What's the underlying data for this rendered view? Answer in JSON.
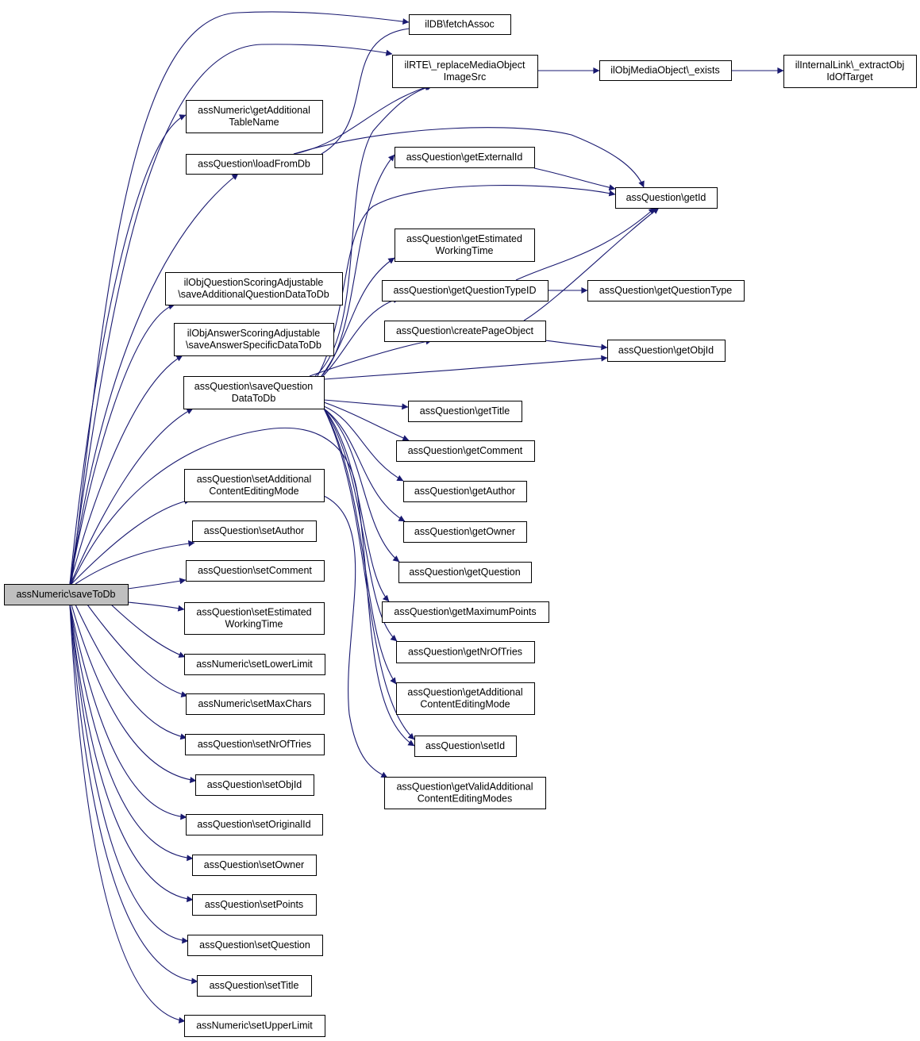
{
  "diagram": {
    "colors": {
      "edge": "#191970",
      "node_border": "#000000",
      "node_fill": "#ffffff",
      "root_fill": "#bfbfbf",
      "text": "#000000"
    },
    "nodes": [
      {
        "id": "root",
        "lines": [
          "assNumeric\\saveToDb"
        ],
        "root": true
      },
      {
        "id": "fetchAssoc",
        "lines": [
          "ilDB\\fetchAssoc"
        ]
      },
      {
        "id": "replaceMedia",
        "lines": [
          "ilRTE\\_replaceMediaObject",
          "ImageSrc"
        ]
      },
      {
        "id": "mediaExists",
        "lines": [
          "ilObjMediaObject\\_exists"
        ]
      },
      {
        "id": "extractObj",
        "lines": [
          "ilInternalLink\\_extractObj",
          "IdOfTarget"
        ]
      },
      {
        "id": "getAddTableName",
        "lines": [
          "assNumeric\\getAdditional",
          "TableName"
        ]
      },
      {
        "id": "loadFromDb",
        "lines": [
          "assQuestion\\loadFromDb"
        ]
      },
      {
        "id": "saveAddQData",
        "lines": [
          "ilObjQuestionScoringAdjustable",
          "\\saveAdditionalQuestionDataToDb"
        ]
      },
      {
        "id": "saveAnswerData",
        "lines": [
          "ilObjAnswerScoringAdjustable",
          "\\saveAnswerSpecificDataToDb"
        ]
      },
      {
        "id": "saveQData",
        "lines": [
          "assQuestion\\saveQuestion",
          "DataToDb"
        ]
      },
      {
        "id": "setAddCEM",
        "lines": [
          "assQuestion\\setAdditional",
          "ContentEditingMode"
        ]
      },
      {
        "id": "setAuthor",
        "lines": [
          "assQuestion\\setAuthor"
        ]
      },
      {
        "id": "setComment",
        "lines": [
          "assQuestion\\setComment"
        ]
      },
      {
        "id": "setEstWT",
        "lines": [
          "assQuestion\\setEstimated",
          "WorkingTime"
        ]
      },
      {
        "id": "setLowerLimit",
        "lines": [
          "assNumeric\\setLowerLimit"
        ]
      },
      {
        "id": "setMaxChars",
        "lines": [
          "assNumeric\\setMaxChars"
        ]
      },
      {
        "id": "setNrOfTries",
        "lines": [
          "assQuestion\\setNrOfTries"
        ]
      },
      {
        "id": "setObjId",
        "lines": [
          "assQuestion\\setObjId"
        ]
      },
      {
        "id": "setOriginalId",
        "lines": [
          "assQuestion\\setOriginalId"
        ]
      },
      {
        "id": "setOwner",
        "lines": [
          "assQuestion\\setOwner"
        ]
      },
      {
        "id": "setPoints",
        "lines": [
          "assQuestion\\setPoints"
        ]
      },
      {
        "id": "setQuestion",
        "lines": [
          "assQuestion\\setQuestion"
        ]
      },
      {
        "id": "setTitle",
        "lines": [
          "assQuestion\\setTitle"
        ]
      },
      {
        "id": "setUpperLimit",
        "lines": [
          "assNumeric\\setUpperLimit"
        ]
      },
      {
        "id": "getExternalId",
        "lines": [
          "assQuestion\\getExternalId"
        ]
      },
      {
        "id": "getId",
        "lines": [
          "assQuestion\\getId"
        ]
      },
      {
        "id": "getEstWT",
        "lines": [
          "assQuestion\\getEstimated",
          "WorkingTime"
        ]
      },
      {
        "id": "getQTypeID",
        "lines": [
          "assQuestion\\getQuestionTypeID"
        ]
      },
      {
        "id": "getQType",
        "lines": [
          "assQuestion\\getQuestionType"
        ]
      },
      {
        "id": "createPageObject",
        "lines": [
          "assQuestion\\createPageObject"
        ]
      },
      {
        "id": "getObjId",
        "lines": [
          "assQuestion\\getObjId"
        ]
      },
      {
        "id": "getTitle",
        "lines": [
          "assQuestion\\getTitle"
        ]
      },
      {
        "id": "getComment",
        "lines": [
          "assQuestion\\getComment"
        ]
      },
      {
        "id": "getAuthor",
        "lines": [
          "assQuestion\\getAuthor"
        ]
      },
      {
        "id": "getOwner",
        "lines": [
          "assQuestion\\getOwner"
        ]
      },
      {
        "id": "getQuestion",
        "lines": [
          "assQuestion\\getQuestion"
        ]
      },
      {
        "id": "getMaxPoints",
        "lines": [
          "assQuestion\\getMaximumPoints"
        ]
      },
      {
        "id": "getNrOfTries",
        "lines": [
          "assQuestion\\getNrOfTries"
        ]
      },
      {
        "id": "getAddCEM",
        "lines": [
          "assQuestion\\getAdditional",
          "ContentEditingMode"
        ]
      },
      {
        "id": "setId",
        "lines": [
          "assQuestion\\setId"
        ]
      },
      {
        "id": "getValidAddCEMs",
        "lines": [
          "assQuestion\\getValidAdditional",
          "ContentEditingModes"
        ]
      }
    ],
    "edges": [
      [
        "root",
        "fetchAssoc"
      ],
      [
        "root",
        "replaceMedia"
      ],
      [
        "root",
        "getAddTableName"
      ],
      [
        "root",
        "loadFromDb"
      ],
      [
        "root",
        "saveAddQData"
      ],
      [
        "root",
        "saveAnswerData"
      ],
      [
        "root",
        "saveQData"
      ],
      [
        "root",
        "setId"
      ],
      [
        "root",
        "setAddCEM"
      ],
      [
        "root",
        "setAuthor"
      ],
      [
        "root",
        "setComment"
      ],
      [
        "root",
        "setEstWT"
      ],
      [
        "root",
        "setLowerLimit"
      ],
      [
        "root",
        "setMaxChars"
      ],
      [
        "root",
        "setNrOfTries"
      ],
      [
        "root",
        "setObjId"
      ],
      [
        "root",
        "setOriginalId"
      ],
      [
        "root",
        "setOwner"
      ],
      [
        "root",
        "setPoints"
      ],
      [
        "root",
        "setQuestion"
      ],
      [
        "root",
        "setTitle"
      ],
      [
        "root",
        "setUpperLimit"
      ],
      [
        "replaceMedia",
        "mediaExists"
      ],
      [
        "mediaExists",
        "extractObj"
      ],
      [
        "loadFromDb",
        "fetchAssoc"
      ],
      [
        "loadFromDb",
        "replaceMedia"
      ],
      [
        "loadFromDb",
        "getId"
      ],
      [
        "saveQData",
        "replaceMedia"
      ],
      [
        "saveQData",
        "getExternalId"
      ],
      [
        "saveQData",
        "getId"
      ],
      [
        "saveQData",
        "getEstWT"
      ],
      [
        "saveQData",
        "getQTypeID"
      ],
      [
        "saveQData",
        "createPageObject"
      ],
      [
        "saveQData",
        "getObjId"
      ],
      [
        "saveQData",
        "getTitle"
      ],
      [
        "saveQData",
        "getComment"
      ],
      [
        "saveQData",
        "getAuthor"
      ],
      [
        "saveQData",
        "getOwner"
      ],
      [
        "saveQData",
        "getQuestion"
      ],
      [
        "saveQData",
        "getMaxPoints"
      ],
      [
        "saveQData",
        "getNrOfTries"
      ],
      [
        "saveQData",
        "getAddCEM"
      ],
      [
        "saveQData",
        "setId"
      ],
      [
        "getExternalId",
        "getId"
      ],
      [
        "getQTypeID",
        "getId"
      ],
      [
        "getQTypeID",
        "getQType"
      ],
      [
        "createPageObject",
        "getId"
      ],
      [
        "createPageObject",
        "getObjId"
      ],
      [
        "setAddCEM",
        "getValidAddCEMs"
      ]
    ]
  }
}
